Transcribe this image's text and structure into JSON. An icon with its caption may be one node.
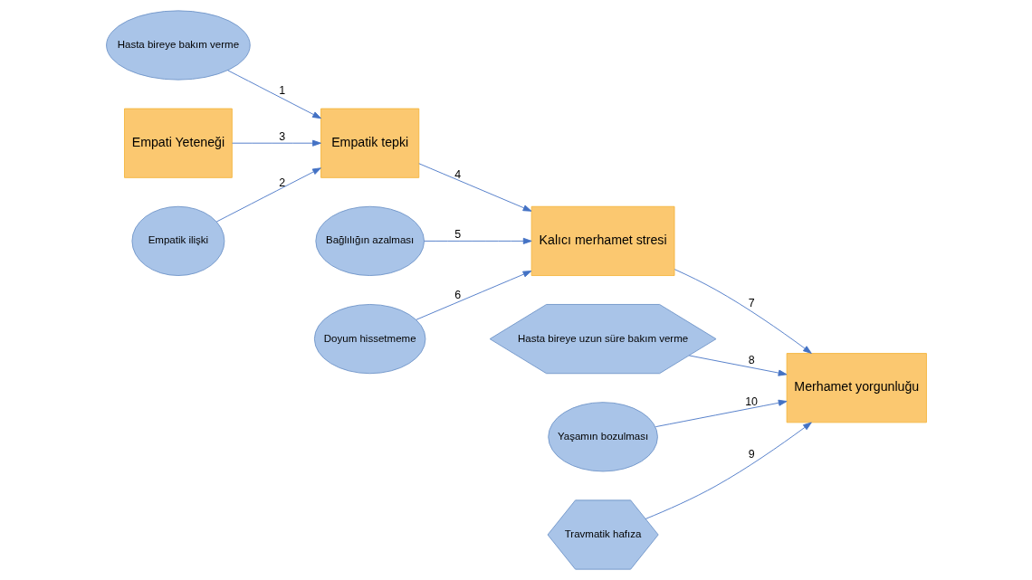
{
  "diagram": {
    "nodes": [
      {
        "text": [
          "Hasta bireye bakım verme"
        ]
      },
      {
        "text": [
          "Bağlılığın azalması"
        ]
      },
      {
        "text": [
          "Hasta bireye uzun süre bakım verme"
        ]
      },
      {
        "text": [
          "Yaşamın bozulması"
        ]
      },
      {
        "text": [
          "Empati Yeteneği"
        ]
      },
      {
        "text": [
          "Empatik tepki"
        ]
      },
      {
        "text": [
          "Kalıcı merhamet stresi"
        ]
      },
      {
        "text": [
          "Merhamet yorgunluğu"
        ]
      },
      {
        "text": [
          "Empatik ilişki"
        ]
      },
      {
        "text": [
          "Doyum hissetmeme"
        ]
      },
      {
        "text": [
          "Travmatik hafıza"
        ]
      }
    ],
    "edges": [
      {
        "from": 0,
        "to": 5,
        "arrow": "to",
        "label": "1"
      },
      {
        "from": 8,
        "to": 5,
        "arrow": "to",
        "label": "2"
      },
      {
        "from": 4,
        "to": 5,
        "arrow": "to",
        "label": "3"
      },
      {
        "from": 5,
        "to": 6,
        "arrow": "to",
        "label": "4"
      },
      {
        "from": 1,
        "to": 6,
        "arrow": "to",
        "label": "5"
      },
      {
        "from": 9,
        "to": 6,
        "arrow": "to",
        "label": "6"
      },
      {
        "from": 6,
        "to": 7,
        "arrow": "to",
        "label": "7"
      },
      {
        "from": 2,
        "to": 7,
        "arrow": "to",
        "label": "8"
      },
      {
        "from": 10,
        "to": 7,
        "arrow": "to",
        "label": "9"
      },
      {
        "from": 3,
        "to": 7,
        "arrow": "to",
        "label": "10"
      }
    ]
  }
}
